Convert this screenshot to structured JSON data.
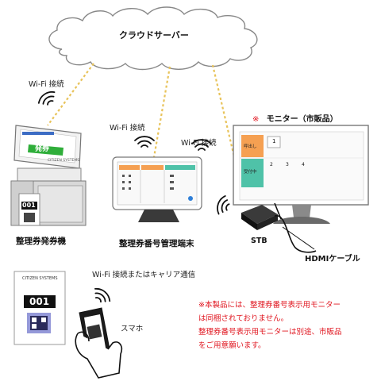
{
  "cloud_label": "クラウドサーバー",
  "wifi_labels": {
    "kiosk": "Wi-Fi 接続",
    "tablet": "Wi-Fi 接続",
    "monitor": "Wi-Fi 接続",
    "phone": "Wi-Fi 接続またはキャリア通信"
  },
  "devices": {
    "kiosk": "整理券発券機",
    "tablet": "整理券番号管理端末",
    "stb": "STB",
    "hdmi": "HDMIケーブル",
    "phone": "スマホ"
  },
  "kiosk_screen": {
    "issue_button": "発券",
    "brand": "CITIZEN SYSTEMS",
    "ticket_number": "001"
  },
  "monitor_title": {
    "mark": "※",
    "text": "モニター（市販品）"
  },
  "monitor_screen": {
    "calling_label": "呼出し",
    "calling_numbers": [
      "1"
    ],
    "waiting_label": "受付中",
    "waiting_numbers": [
      "2",
      "3",
      "4"
    ]
  },
  "ticket": {
    "brand": "CITIZEN SYSTEMS",
    "number": "001"
  },
  "note_lines": [
    "※本製品には、整理券番号表示用モニター",
    "は同梱されておりません。",
    "整理券番号表示用モニターは別途、市販品",
    "をご用意願います。"
  ],
  "colors": {
    "accent_red": "#e0141e",
    "monitor_orange": "#f5a052",
    "monitor_teal": "#4fc2a8",
    "line_gold": "#e8c35a"
  }
}
